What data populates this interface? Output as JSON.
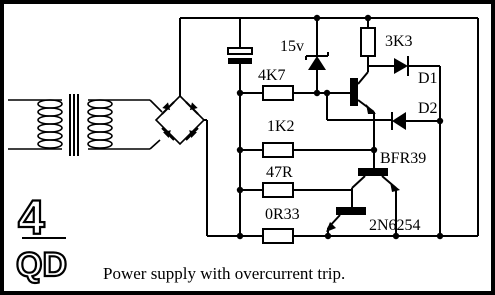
{
  "caption": "Power supply with overcurrent trip.",
  "logo": {
    "top": "4",
    "bottom": "QD"
  },
  "components": {
    "zener": "15v",
    "r_3k3": "3K3",
    "r_4k7": "4K7",
    "d1": "D1",
    "d2": "D2",
    "r_1k2": "1K2",
    "r_47r": "47R",
    "r_0r33": "0R33",
    "q_small": "BFR39",
    "q_power": "2N6254"
  },
  "colors": {
    "background": "#ffffff",
    "frame": "#000000",
    "ink": "#000000"
  }
}
